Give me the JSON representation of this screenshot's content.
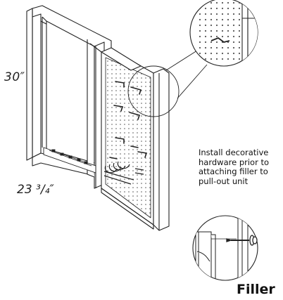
{
  "labels": {
    "height": "30″",
    "width": "23 ³/₄″",
    "note": "Install decorative hardware prior to attaching filler to pull-out unit",
    "filler": "Filler"
  },
  "colors": {
    "line": "#222222",
    "hole": "#555555"
  },
  "icons": [
    "magnifier-callout",
    "screw-icon",
    "drawer-slide"
  ]
}
